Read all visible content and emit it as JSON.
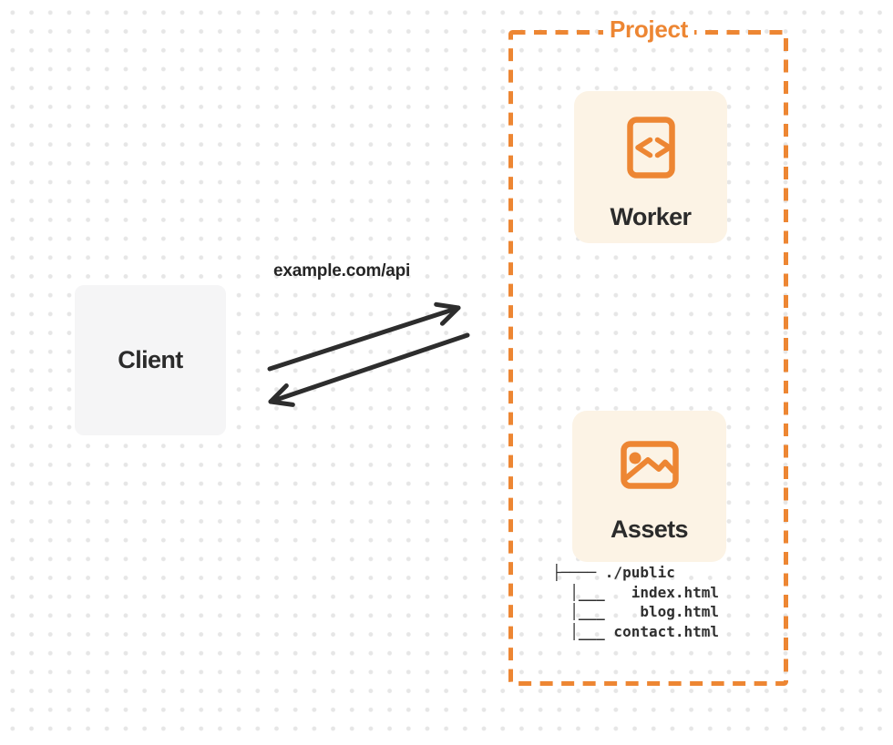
{
  "page": {
    "dot_grid_color": "#E6E6E6",
    "background": "#FFFFFF"
  },
  "client": {
    "label": "Client",
    "bg_color": "#F5F5F6"
  },
  "connection": {
    "label": "example.com/api",
    "type": "bidirectional-arrows",
    "arrow_color": "#2D2D2D"
  },
  "project": {
    "label": "Project",
    "border_color": "#ED8633",
    "panel_bg": "#FCF3E5",
    "worker": {
      "label": "Worker",
      "icon": "code-file-icon"
    },
    "assets": {
      "label": "Assets",
      "icon": "image-icon",
      "file_tree": "├──── ./public\n  │___   index.html\n  │___    blog.html\n  │___ contact.html"
    }
  }
}
